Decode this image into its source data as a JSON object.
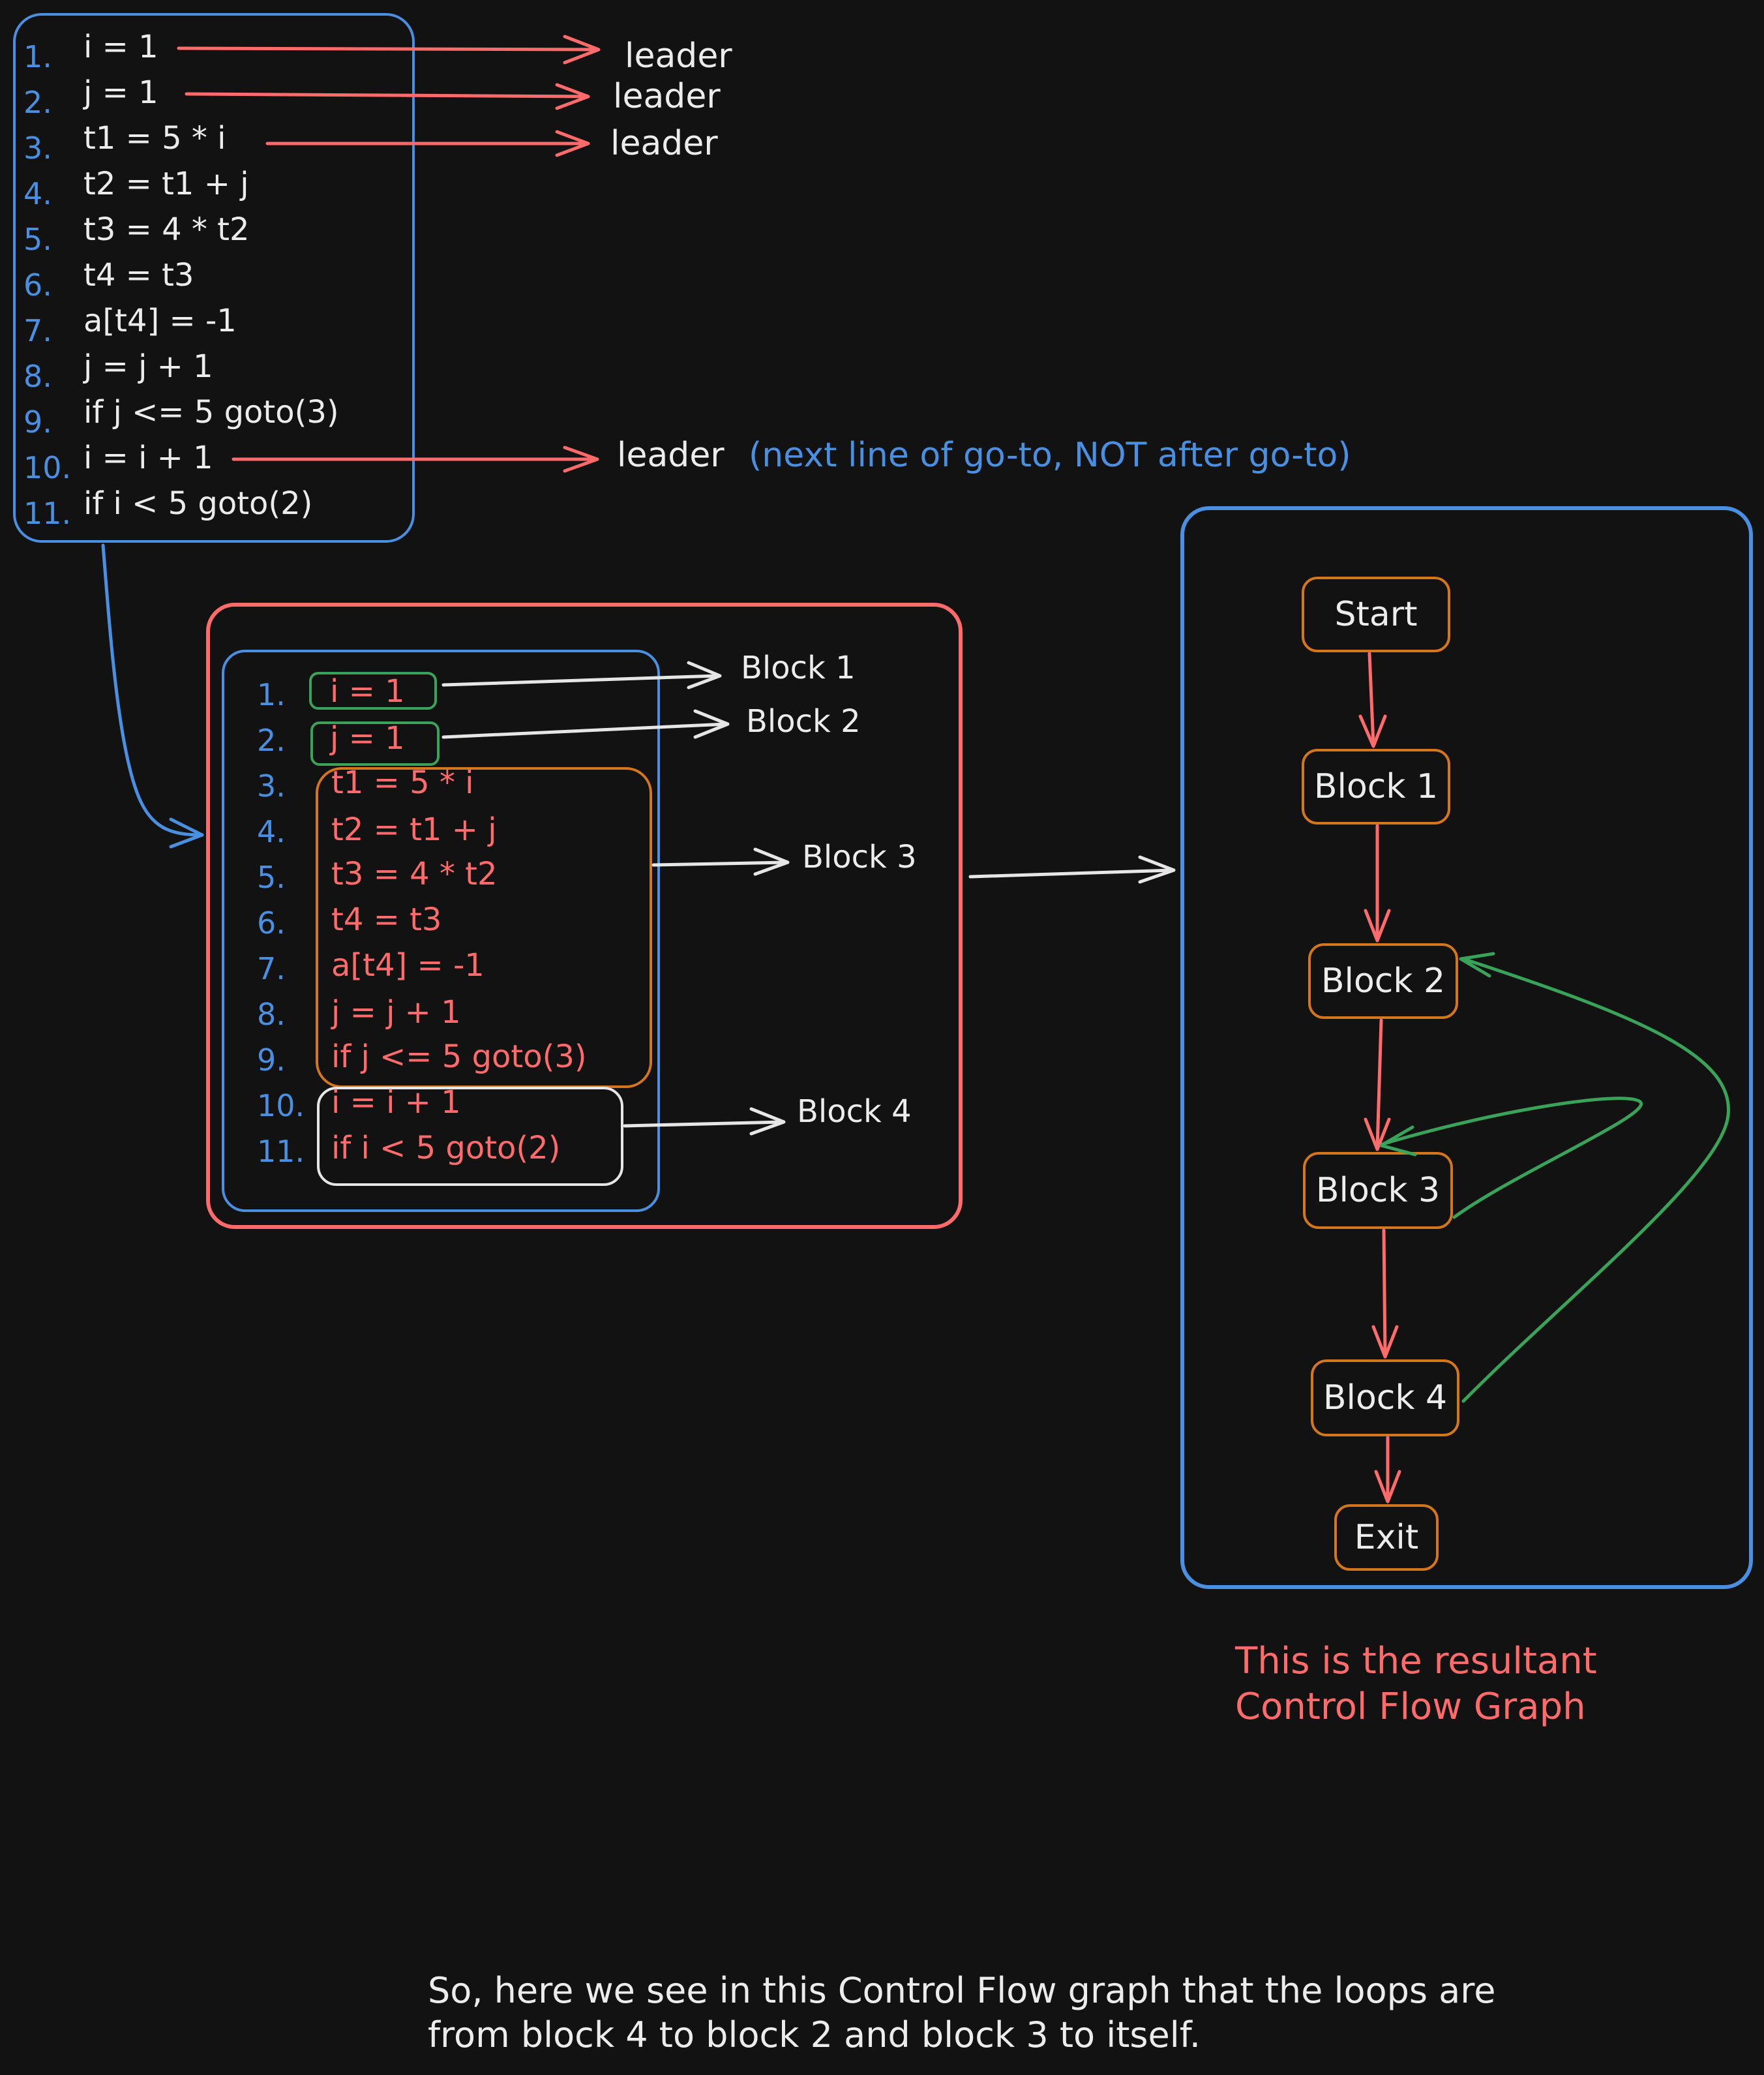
{
  "source_code": {
    "lines": [
      {
        "num": "1.",
        "code": "i = 1"
      },
      {
        "num": "2.",
        "code": "j = 1"
      },
      {
        "num": "3.",
        "code": "t1 = 5 * i"
      },
      {
        "num": "4.",
        "code": "t2 = t1 + j"
      },
      {
        "num": "5.",
        "code": "t3 = 4 * t2"
      },
      {
        "num": "6.",
        "code": "t4 = t3"
      },
      {
        "num": "7.",
        "code": "a[t4] = -1"
      },
      {
        "num": "8.",
        "code": "j = j + 1"
      },
      {
        "num": "9.",
        "code": "if  j <= 5 goto(3)"
      },
      {
        "num": "10.",
        "code": "i = i + 1"
      },
      {
        "num": "11.",
        "code": "if i < 5 goto(2)"
      }
    ]
  },
  "leaders": {
    "label": "leader",
    "note": "(next line of go-to, NOT after go-to)"
  },
  "blocks": {
    "labels": [
      "Block 1",
      "Block 2",
      "Block 3",
      "Block 4"
    ]
  },
  "cfg": {
    "nodes": [
      "Start",
      "Block 1",
      "Block 2",
      "Block 3",
      "Block 4",
      "Exit"
    ],
    "caption_line1": "This is the resultant",
    "caption_line2": "Control Flow Graph"
  },
  "summary": {
    "line1": "So, here we see in this Control Flow graph that the loops are",
    "line2": "from block 4 to block 2 and block 3 to itself."
  },
  "colors": {
    "background": "#121212",
    "blue": "#4a90e2",
    "red": "#ff6b6b",
    "orange": "#d4761a",
    "green": "#3aa35a",
    "white": "#ececec"
  }
}
